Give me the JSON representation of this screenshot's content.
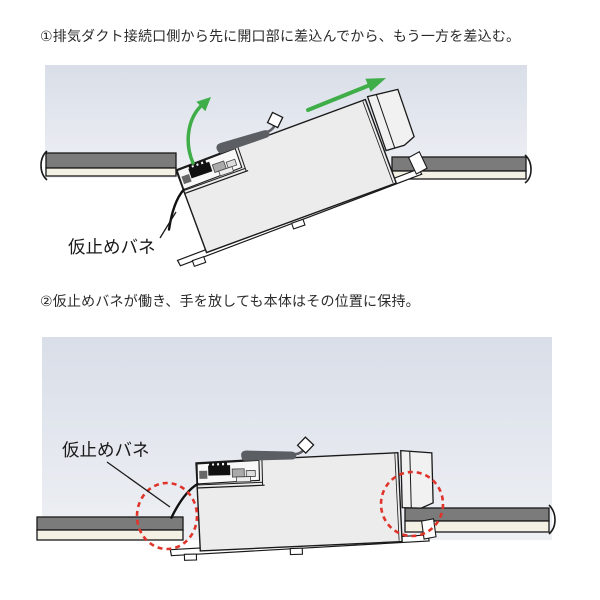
{
  "steps": [
    {
      "label": "①排気ダクト接続口側から先に開口部に差込んでから、もう一方を差込む。"
    },
    {
      "label": "②仮止めバネが働き、手を放しても本体はその位置に保持。"
    }
  ],
  "diagram1": {
    "spring_label": "仮止めバネ"
  },
  "diagram2": {
    "spring_label": "仮止めバネ"
  },
  "colors": {
    "arrow_green": "#3fae49",
    "highlight_red": "#e0342b",
    "ceiling_dark": "#7b7b7b",
    "ceiling_cream": "#f3f0e4",
    "background_top": "#d9dee8",
    "background_bottom": "#eef0f4",
    "line_black": "#1a1a1a"
  }
}
